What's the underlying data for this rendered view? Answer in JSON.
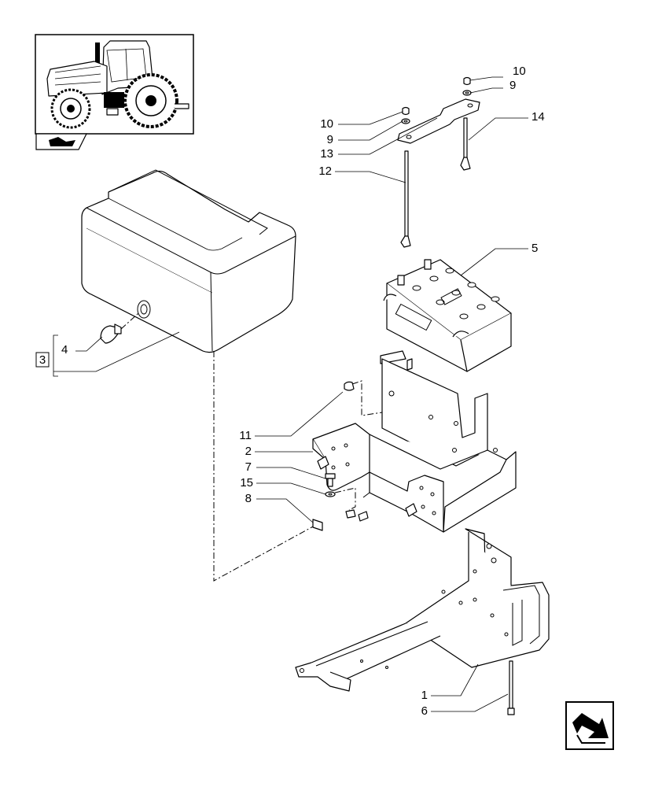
{
  "callouts": [
    {
      "id": "c10a",
      "text": "10"
    },
    {
      "id": "c9a",
      "text": "9"
    },
    {
      "id": "c14",
      "text": "14"
    },
    {
      "id": "c10b",
      "text": "10"
    },
    {
      "id": "c9b",
      "text": "9"
    },
    {
      "id": "c13",
      "text": "13"
    },
    {
      "id": "c12",
      "text": "12"
    },
    {
      "id": "c5",
      "text": "5"
    },
    {
      "id": "c4",
      "text": "4"
    },
    {
      "id": "c3",
      "text": "3"
    },
    {
      "id": "c11",
      "text": "11"
    },
    {
      "id": "c2",
      "text": "2"
    },
    {
      "id": "c7",
      "text": "7"
    },
    {
      "id": "c15",
      "text": "15"
    },
    {
      "id": "c8",
      "text": "8"
    },
    {
      "id": "c1",
      "text": "1"
    },
    {
      "id": "c6",
      "text": "6"
    }
  ],
  "icons": {
    "thumbnail": "tractor-thumbnail-icon",
    "group_nav": "book-arrow-icon",
    "next_page": "next-page-arrow-icon"
  }
}
